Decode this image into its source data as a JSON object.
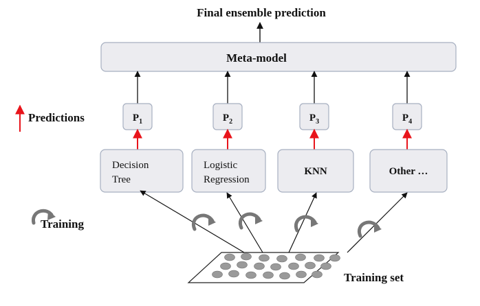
{
  "title": "Final ensemble prediction",
  "meta_model": {
    "label": "Meta-model"
  },
  "legend": {
    "predictions_label": "Predictions",
    "training_label": "Training",
    "prediction_arrow_color": "#e8141b",
    "training_icon": "curved-arrow-icon"
  },
  "predictions": [
    {
      "base": "P",
      "sub": "1"
    },
    {
      "base": "P",
      "sub": "2"
    },
    {
      "base": "P",
      "sub": "3"
    },
    {
      "base": "P",
      "sub": "4"
    }
  ],
  "models": [
    {
      "line1": "Decision",
      "line2": "Tree"
    },
    {
      "line1": "Logistic",
      "line2": "Regression"
    },
    {
      "line1": "KNN",
      "line2": ""
    },
    {
      "line1": "Other …",
      "line2": ""
    }
  ],
  "training_set": {
    "label": "Training set"
  },
  "colors": {
    "box_fill": "#ececf0",
    "box_stroke": "#a6afc0",
    "arrow": "#111111",
    "prediction_arrow": "#e8141b",
    "dot_fill": "#9a9a9a",
    "training_icon": "#777777"
  }
}
